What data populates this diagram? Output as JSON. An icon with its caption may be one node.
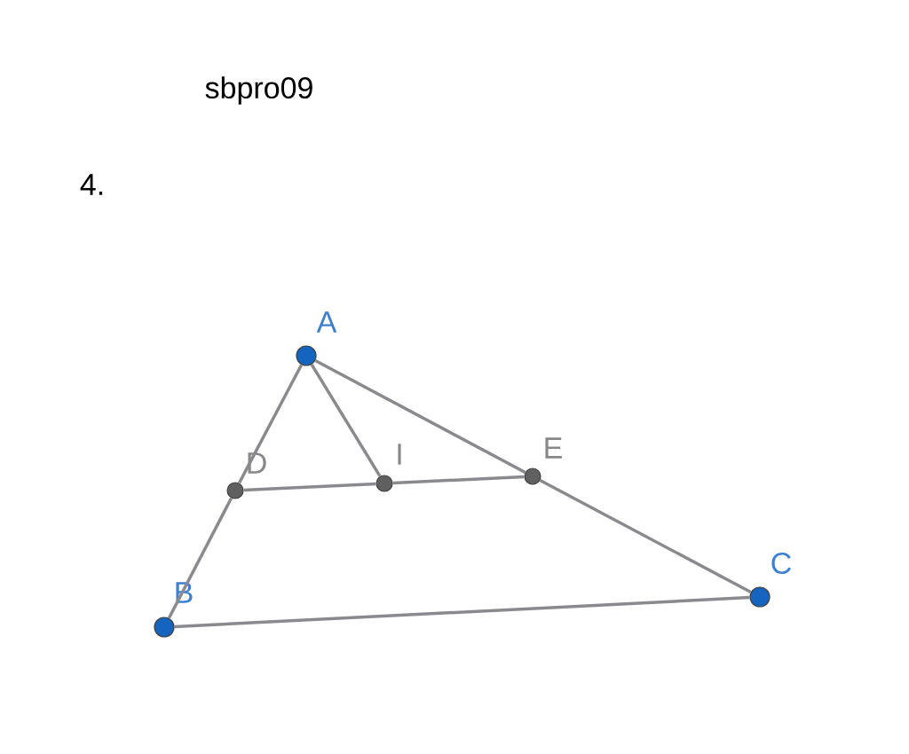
{
  "diagram": {
    "nodes": [
      {
        "text": [],
        "shape": "circle",
        "beside": [
          "A"
        ]
      },
      {
        "text": [],
        "shape": "circle",
        "beside": [
          "B"
        ]
      },
      {
        "text": [],
        "shape": "circle",
        "beside": [
          "C"
        ]
      },
      {
        "text": [],
        "shape": "circle",
        "beside": [
          "D"
        ]
      },
      {
        "text": [],
        "shape": "circle",
        "beside": [
          "E"
        ]
      },
      {
        "text": [],
        "shape": "circle",
        "beside": [
          "I"
        ]
      }
    ],
    "edges": [
      {
        "from": 0,
        "to": 3,
        "arrow": "none"
      },
      {
        "from": 3,
        "to": 1,
        "arrow": "none"
      },
      {
        "from": 0,
        "to": 4,
        "arrow": "none"
      },
      {
        "from": 4,
        "to": 2,
        "arrow": "none"
      },
      {
        "from": 1,
        "to": 2,
        "arrow": "none"
      },
      {
        "from": 3,
        "to": 5,
        "arrow": "none"
      },
      {
        "from": 5,
        "to": 4,
        "arrow": "none"
      },
      {
        "from": 0,
        "to": 5,
        "arrow": "none"
      }
    ],
    "labels": [
      "sbpro09",
      "4."
    ]
  }
}
